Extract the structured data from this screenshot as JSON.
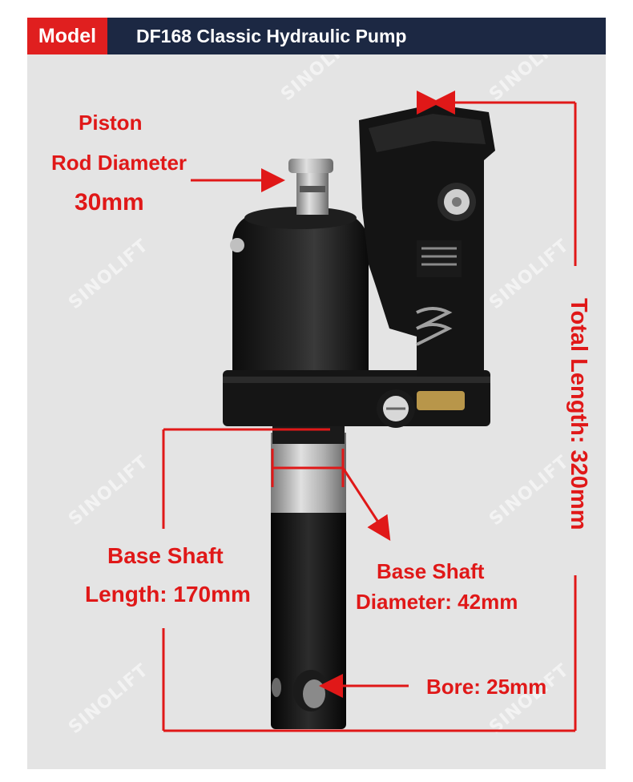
{
  "header": {
    "model_label": "Model",
    "title": "DF168 Classic Hydraulic Pump"
  },
  "annotations": {
    "piston_line1": "Piston",
    "piston_line2": "Rod Diameter",
    "piston_value": "30mm",
    "total_length": "Total Length: 320mm",
    "base_shaft_length_line1": "Base Shaft",
    "base_shaft_length_line2": "Length: 170mm",
    "base_shaft_diameter_line1": "Base Shaft",
    "base_shaft_diameter_line2": "Diameter: 42mm",
    "bore": "Bore: 25mm"
  },
  "watermark": "SINOLIFT",
  "colors": {
    "accent_red": "#e01818",
    "header_navy": "#1c2843"
  }
}
